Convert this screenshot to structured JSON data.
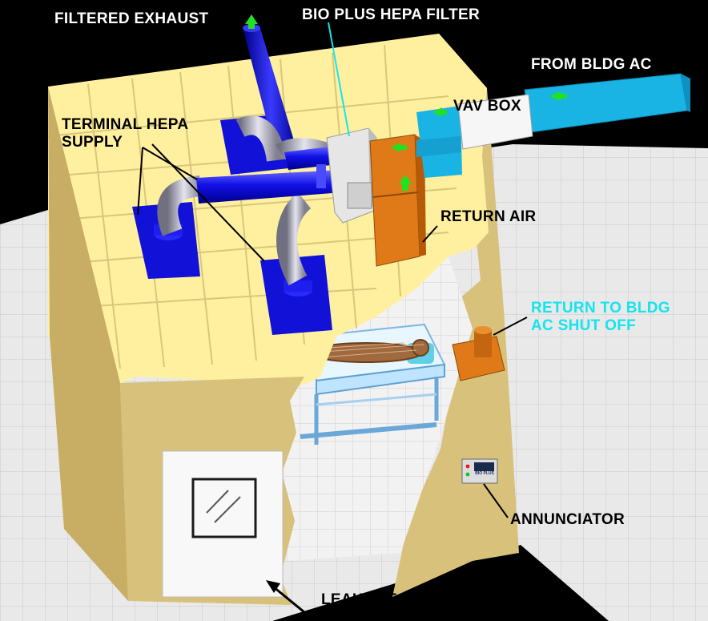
{
  "labels": {
    "filtered_exhaust": "FILTERED EXHAUST",
    "bio_plus_hepa_filter": "BIO PLUS HEPA FILTER",
    "from_bldg_ac": "FROM BLDG AC",
    "vav_box": "VAV BOX",
    "terminal_hepa_line1": "TERMINAL HEPA",
    "terminal_hepa_line2": "SUPPLY",
    "return_air": "RETURN AIR",
    "return_to_bldg_line1": "RETURN TO BLDG",
    "return_to_bldg_line2": "AC SHUT OFF",
    "annunciator": "ANNUNCIATOR",
    "leakage": "LEAKAGE",
    "annunciator_panel_text": "BIO PLUS"
  },
  "colors": {
    "background": "#000000",
    "floor": "#e8e8e8",
    "wall": "#d9c27a",
    "ceiling": "#fff3a8",
    "duct_blue": "#1a1aff",
    "supply_duct": "#1fb8e8",
    "return_box": "#e07a18",
    "flow_arrow": "#22e022",
    "callout_cyan": "#14e4f0"
  }
}
